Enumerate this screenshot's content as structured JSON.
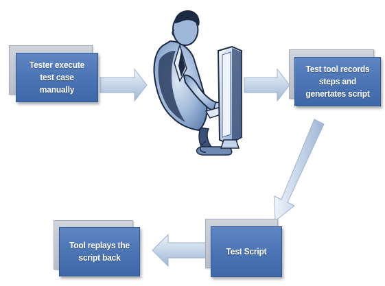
{
  "steps": {
    "tester": {
      "label": "Tester execute test case manually"
    },
    "records": {
      "label": "Test tool records steps and genertates script"
    },
    "script": {
      "label": "Test Script"
    },
    "replays": {
      "label": "Tool replays the script back"
    }
  },
  "icons": {
    "person": "person-at-computer-icon"
  },
  "colors": {
    "box_fill": "#4a73b3",
    "box_border": "#2f5a96",
    "box_back": "#c4c8d2",
    "arrow_light": "#dde6f2",
    "arrow_dark": "#9db4d4",
    "figure_dark": "#1c2a44",
    "figure_light": "#a8c0de"
  }
}
